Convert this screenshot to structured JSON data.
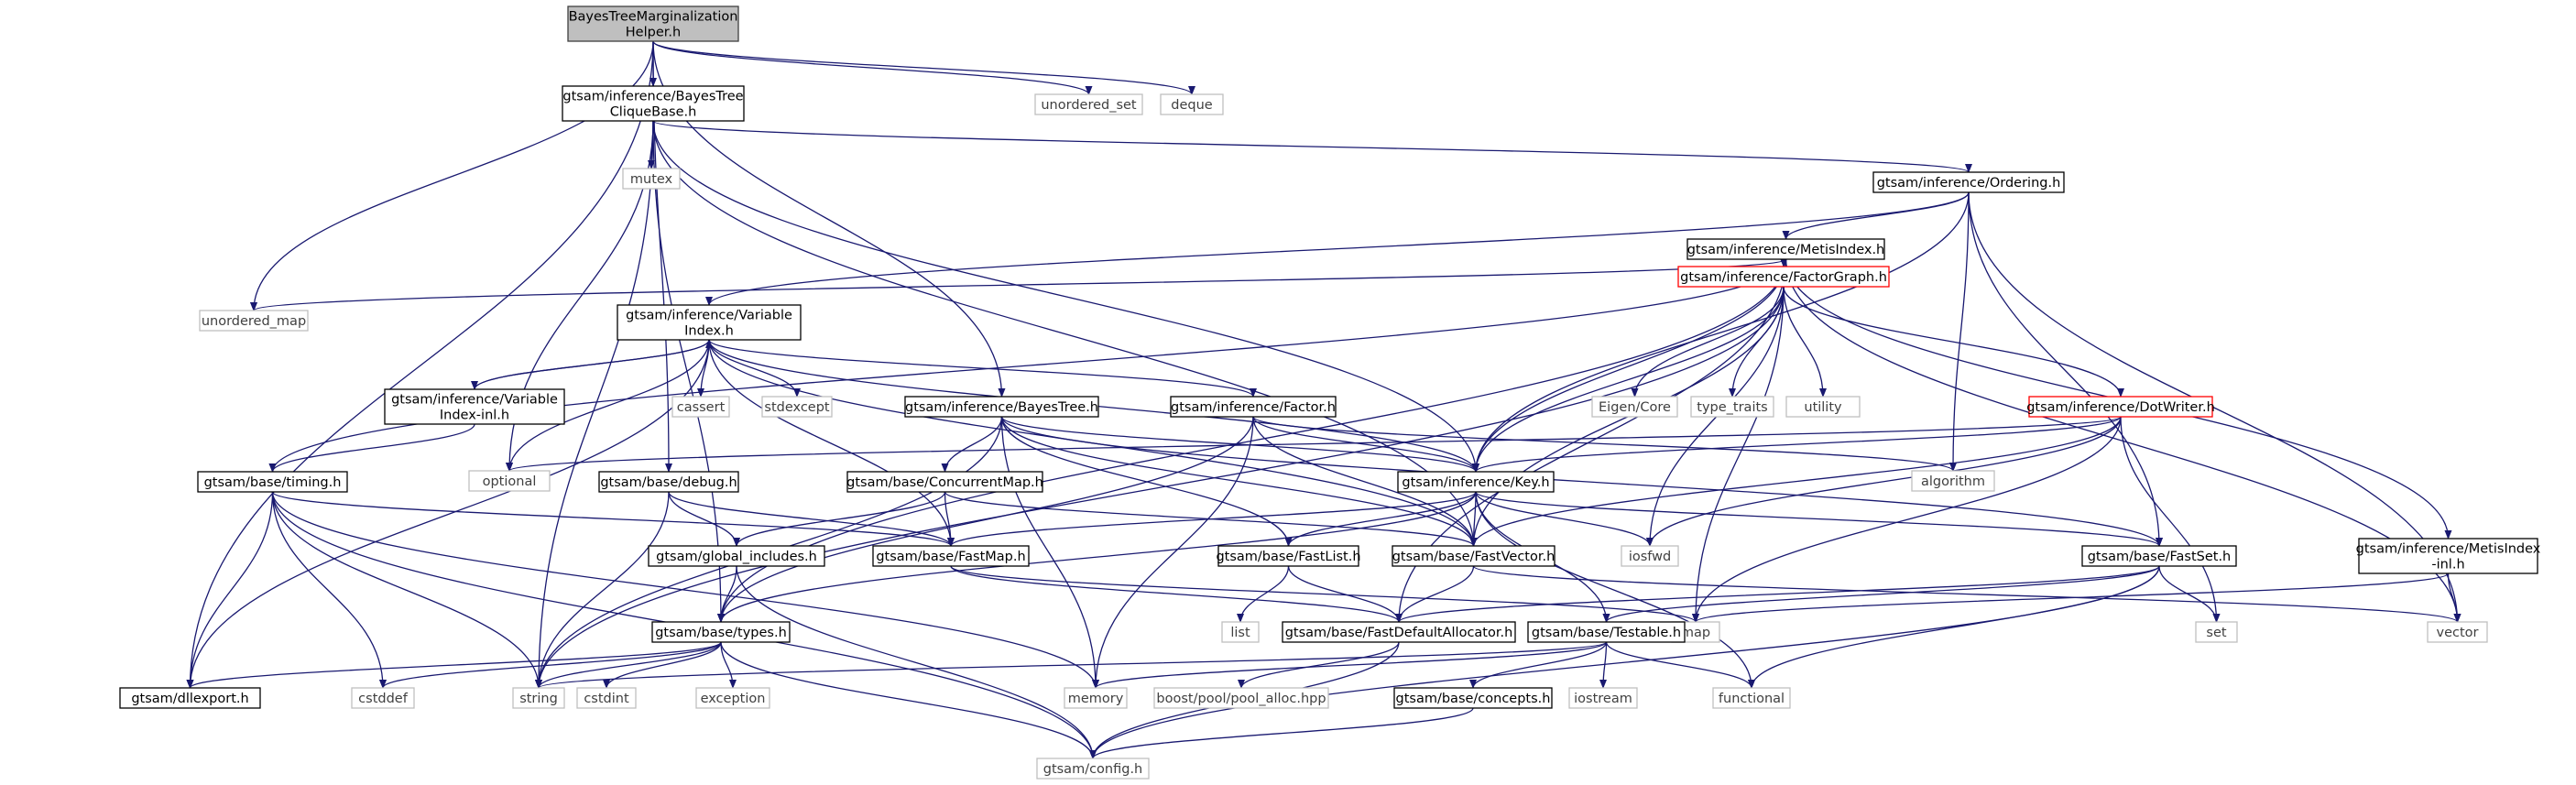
{
  "colors": {
    "edge": "#191970",
    "root_fill": "#bfbfbf",
    "root_border": "#404040",
    "normal_border": "#000000",
    "incomplete_border": "#ff0000",
    "system_border": "#bfbfbf",
    "system_text": "#404040",
    "text": "#000000"
  },
  "nodes": [
    {
      "id": "root",
      "lines": [
        "BayesTreeMarginalization",
        "Helper.h"
      ],
      "kind": "root"
    },
    {
      "id": "clique_base",
      "lines": [
        "gtsam/inference/BayesTree",
        "CliqueBase.h"
      ],
      "kind": "normal"
    },
    {
      "id": "unordered_set",
      "lines": [
        "unordered_set"
      ],
      "kind": "system"
    },
    {
      "id": "deque",
      "lines": [
        "deque"
      ],
      "kind": "system"
    },
    {
      "id": "mutex",
      "lines": [
        "mutex"
      ],
      "kind": "system"
    },
    {
      "id": "ordering",
      "lines": [
        "gtsam/inference/Ordering.h"
      ],
      "kind": "normal"
    },
    {
      "id": "metis_index",
      "lines": [
        "gtsam/inference/MetisIndex.h"
      ],
      "kind": "normal"
    },
    {
      "id": "unordered_map",
      "lines": [
        "unordered_map"
      ],
      "kind": "system"
    },
    {
      "id": "variable_index",
      "lines": [
        "gtsam/inference/Variable",
        "Index.h"
      ],
      "kind": "normal"
    },
    {
      "id": "factor_graph",
      "lines": [
        "gtsam/inference/FactorGraph.h"
      ],
      "kind": "incomplete"
    },
    {
      "id": "variable_index_inl",
      "lines": [
        "gtsam/inference/Variable",
        "Index-inl.h"
      ],
      "kind": "normal"
    },
    {
      "id": "cassert",
      "lines": [
        "cassert"
      ],
      "kind": "system"
    },
    {
      "id": "stdexcept",
      "lines": [
        "stdexcept"
      ],
      "kind": "system"
    },
    {
      "id": "eigen_core",
      "lines": [
        "Eigen/Core"
      ],
      "kind": "system"
    },
    {
      "id": "type_traits",
      "lines": [
        "type_traits"
      ],
      "kind": "system"
    },
    {
      "id": "utility",
      "lines": [
        "utility"
      ],
      "kind": "system"
    },
    {
      "id": "bayes_tree",
      "lines": [
        "gtsam/inference/BayesTree.h"
      ],
      "kind": "normal"
    },
    {
      "id": "factor",
      "lines": [
        "gtsam/inference/Factor.h"
      ],
      "kind": "normal"
    },
    {
      "id": "dot_writer",
      "lines": [
        "gtsam/inference/DotWriter.h"
      ],
      "kind": "incomplete"
    },
    {
      "id": "timing",
      "lines": [
        "gtsam/base/timing.h"
      ],
      "kind": "normal"
    },
    {
      "id": "optional",
      "lines": [
        "optional"
      ],
      "kind": "system"
    },
    {
      "id": "debug",
      "lines": [
        "gtsam/base/debug.h"
      ],
      "kind": "normal"
    },
    {
      "id": "concurrent_map",
      "lines": [
        "gtsam/base/ConcurrentMap.h"
      ],
      "kind": "normal"
    },
    {
      "id": "key",
      "lines": [
        "gtsam/inference/Key.h"
      ],
      "kind": "normal"
    },
    {
      "id": "algorithm",
      "lines": [
        "algorithm"
      ],
      "kind": "system"
    },
    {
      "id": "global_includes",
      "lines": [
        "gtsam/global_includes.h"
      ],
      "kind": "normal"
    },
    {
      "id": "fast_map",
      "lines": [
        "gtsam/base/FastMap.h"
      ],
      "kind": "normal"
    },
    {
      "id": "fast_list",
      "lines": [
        "gtsam/base/FastList.h"
      ],
      "kind": "normal"
    },
    {
      "id": "fast_vector",
      "lines": [
        "gtsam/base/FastVector.h"
      ],
      "kind": "normal"
    },
    {
      "id": "iosfwd",
      "lines": [
        "iosfwd"
      ],
      "kind": "system"
    },
    {
      "id": "fast_set",
      "lines": [
        "gtsam/base/FastSet.h"
      ],
      "kind": "normal"
    },
    {
      "id": "metis_index_inl",
      "lines": [
        "gtsam/inference/MetisIndex",
        "-inl.h"
      ],
      "kind": "normal"
    },
    {
      "id": "list",
      "lines": [
        "list"
      ],
      "kind": "system"
    },
    {
      "id": "map",
      "lines": [
        "map"
      ],
      "kind": "system"
    },
    {
      "id": "set",
      "lines": [
        "set"
      ],
      "kind": "system"
    },
    {
      "id": "vector",
      "lines": [
        "vector"
      ],
      "kind": "system"
    },
    {
      "id": "types",
      "lines": [
        "gtsam/base/types.h"
      ],
      "kind": "normal"
    },
    {
      "id": "fast_default_allocator",
      "lines": [
        "gtsam/base/FastDefaultAllocator.h"
      ],
      "kind": "normal"
    },
    {
      "id": "testable",
      "lines": [
        "gtsam/base/Testable.h"
      ],
      "kind": "normal"
    },
    {
      "id": "dllexport",
      "lines": [
        "gtsam/dllexport.h"
      ],
      "kind": "normal"
    },
    {
      "id": "cstddef",
      "lines": [
        "cstddef"
      ],
      "kind": "system"
    },
    {
      "id": "string",
      "lines": [
        "string"
      ],
      "kind": "system"
    },
    {
      "id": "cstdint",
      "lines": [
        "cstdint"
      ],
      "kind": "system"
    },
    {
      "id": "exception",
      "lines": [
        "exception"
      ],
      "kind": "system"
    },
    {
      "id": "memory",
      "lines": [
        "memory"
      ],
      "kind": "system"
    },
    {
      "id": "pool_alloc",
      "lines": [
        "boost/pool/pool_alloc.hpp"
      ],
      "kind": "system"
    },
    {
      "id": "iostream",
      "lines": [
        "iostream"
      ],
      "kind": "system"
    },
    {
      "id": "functional",
      "lines": [
        "functional"
      ],
      "kind": "system"
    },
    {
      "id": "concepts",
      "lines": [
        "gtsam/base/concepts.h"
      ],
      "kind": "normal"
    },
    {
      "id": "config",
      "lines": [
        "gtsam/config.h"
      ],
      "kind": "system"
    }
  ],
  "edges": [
    [
      "root",
      "clique_base"
    ],
    [
      "root",
      "unordered_set"
    ],
    [
      "root",
      "deque"
    ],
    [
      "root",
      "bayes_tree"
    ],
    [
      "root",
      "unordered_map"
    ],
    [
      "root",
      "debug"
    ],
    [
      "root",
      "dllexport"
    ],
    [
      "clique_base",
      "mutex"
    ],
    [
      "clique_base",
      "ordering"
    ],
    [
      "clique_base",
      "key"
    ],
    [
      "clique_base",
      "fast_vector"
    ],
    [
      "clique_base",
      "optional"
    ],
    [
      "clique_base",
      "types"
    ],
    [
      "clique_base",
      "string"
    ],
    [
      "ordering",
      "metis_index"
    ],
    [
      "ordering",
      "variable_index"
    ],
    [
      "ordering",
      "key"
    ],
    [
      "ordering",
      "algorithm"
    ],
    [
      "ordering",
      "fast_set"
    ],
    [
      "ordering",
      "vector"
    ],
    [
      "metis_index",
      "unordered_map"
    ],
    [
      "metis_index",
      "factor_graph"
    ],
    [
      "metis_index",
      "key"
    ],
    [
      "metis_index",
      "timing"
    ],
    [
      "metis_index",
      "types"
    ],
    [
      "metis_index",
      "metis_index_inl"
    ],
    [
      "metis_index",
      "fast_default_allocator"
    ],
    [
      "metis_index",
      "vector"
    ],
    [
      "variable_index",
      "variable_index_inl"
    ],
    [
      "variable_index",
      "cassert"
    ],
    [
      "variable_index",
      "stdexcept"
    ],
    [
      "variable_index",
      "factor"
    ],
    [
      "variable_index",
      "key"
    ],
    [
      "variable_index",
      "fast_map"
    ],
    [
      "variable_index",
      "fast_vector"
    ],
    [
      "variable_index",
      "optional"
    ],
    [
      "variable_index",
      "dllexport"
    ],
    [
      "variable_index_inl",
      "variable_index"
    ],
    [
      "variable_index_inl",
      "timing"
    ],
    [
      "factor_graph",
      "eigen_core"
    ],
    [
      "factor_graph",
      "type_traits"
    ],
    [
      "factor_graph",
      "utility"
    ],
    [
      "factor_graph",
      "dot_writer"
    ],
    [
      "factor_graph",
      "key"
    ],
    [
      "factor_graph",
      "fast_vector"
    ],
    [
      "factor_graph",
      "string"
    ],
    [
      "factor_graph",
      "map"
    ],
    [
      "factor_graph",
      "iosfwd"
    ],
    [
      "bayes_tree",
      "concurrent_map"
    ],
    [
      "bayes_tree",
      "fast_list"
    ],
    [
      "bayes_tree",
      "fast_vector"
    ],
    [
      "bayes_tree",
      "key"
    ],
    [
      "bayes_tree",
      "string"
    ],
    [
      "bayes_tree",
      "memory"
    ],
    [
      "bayes_tree",
      "fast_set"
    ],
    [
      "factor",
      "key"
    ],
    [
      "factor",
      "fast_vector"
    ],
    [
      "factor",
      "algorithm"
    ],
    [
      "factor",
      "types"
    ],
    [
      "factor",
      "memory"
    ],
    [
      "dot_writer",
      "key"
    ],
    [
      "dot_writer",
      "fast_vector"
    ],
    [
      "dot_writer",
      "optional"
    ],
    [
      "dot_writer",
      "map"
    ],
    [
      "dot_writer",
      "set"
    ],
    [
      "dot_writer",
      "iosfwd"
    ],
    [
      "timing",
      "fast_map"
    ],
    [
      "timing",
      "dllexport"
    ],
    [
      "timing",
      "cstddef"
    ],
    [
      "timing",
      "string"
    ],
    [
      "timing",
      "memory"
    ],
    [
      "timing",
      "config"
    ],
    [
      "debug",
      "global_includes"
    ],
    [
      "debug",
      "fast_map"
    ],
    [
      "debug",
      "string"
    ],
    [
      "concurrent_map",
      "fast_map"
    ],
    [
      "concurrent_map",
      "global_includes"
    ],
    [
      "concurrent_map",
      "fast_vector"
    ],
    [
      "key",
      "fast_vector"
    ],
    [
      "key",
      "fast_list"
    ],
    [
      "key",
      "fast_map"
    ],
    [
      "key",
      "fast_set"
    ],
    [
      "key",
      "testable"
    ],
    [
      "key",
      "types"
    ],
    [
      "key",
      "iosfwd"
    ],
    [
      "key",
      "functional"
    ],
    [
      "global_includes",
      "types"
    ],
    [
      "global_includes",
      "config"
    ],
    [
      "fast_map",
      "fast_default_allocator"
    ],
    [
      "fast_map",
      "map"
    ],
    [
      "fast_list",
      "fast_default_allocator"
    ],
    [
      "fast_list",
      "list"
    ],
    [
      "fast_vector",
      "fast_default_allocator"
    ],
    [
      "fast_vector",
      "vector"
    ],
    [
      "fast_set",
      "fast_default_allocator"
    ],
    [
      "fast_set",
      "testable"
    ],
    [
      "fast_set",
      "set"
    ],
    [
      "fast_set",
      "functional"
    ],
    [
      "fast_set",
      "config"
    ],
    [
      "metis_index_inl",
      "map"
    ],
    [
      "metis_index_inl",
      "vector"
    ],
    [
      "types",
      "dllexport"
    ],
    [
      "types",
      "cstddef"
    ],
    [
      "types",
      "string"
    ],
    [
      "types",
      "cstdint"
    ],
    [
      "types",
      "exception"
    ],
    [
      "types",
      "config"
    ],
    [
      "fast_default_allocator",
      "pool_alloc"
    ],
    [
      "fast_default_allocator",
      "config"
    ],
    [
      "testable",
      "concepts"
    ],
    [
      "testable",
      "iostream"
    ],
    [
      "testable",
      "functional"
    ],
    [
      "testable",
      "memory"
    ],
    [
      "testable",
      "string"
    ],
    [
      "concepts",
      "config"
    ]
  ]
}
